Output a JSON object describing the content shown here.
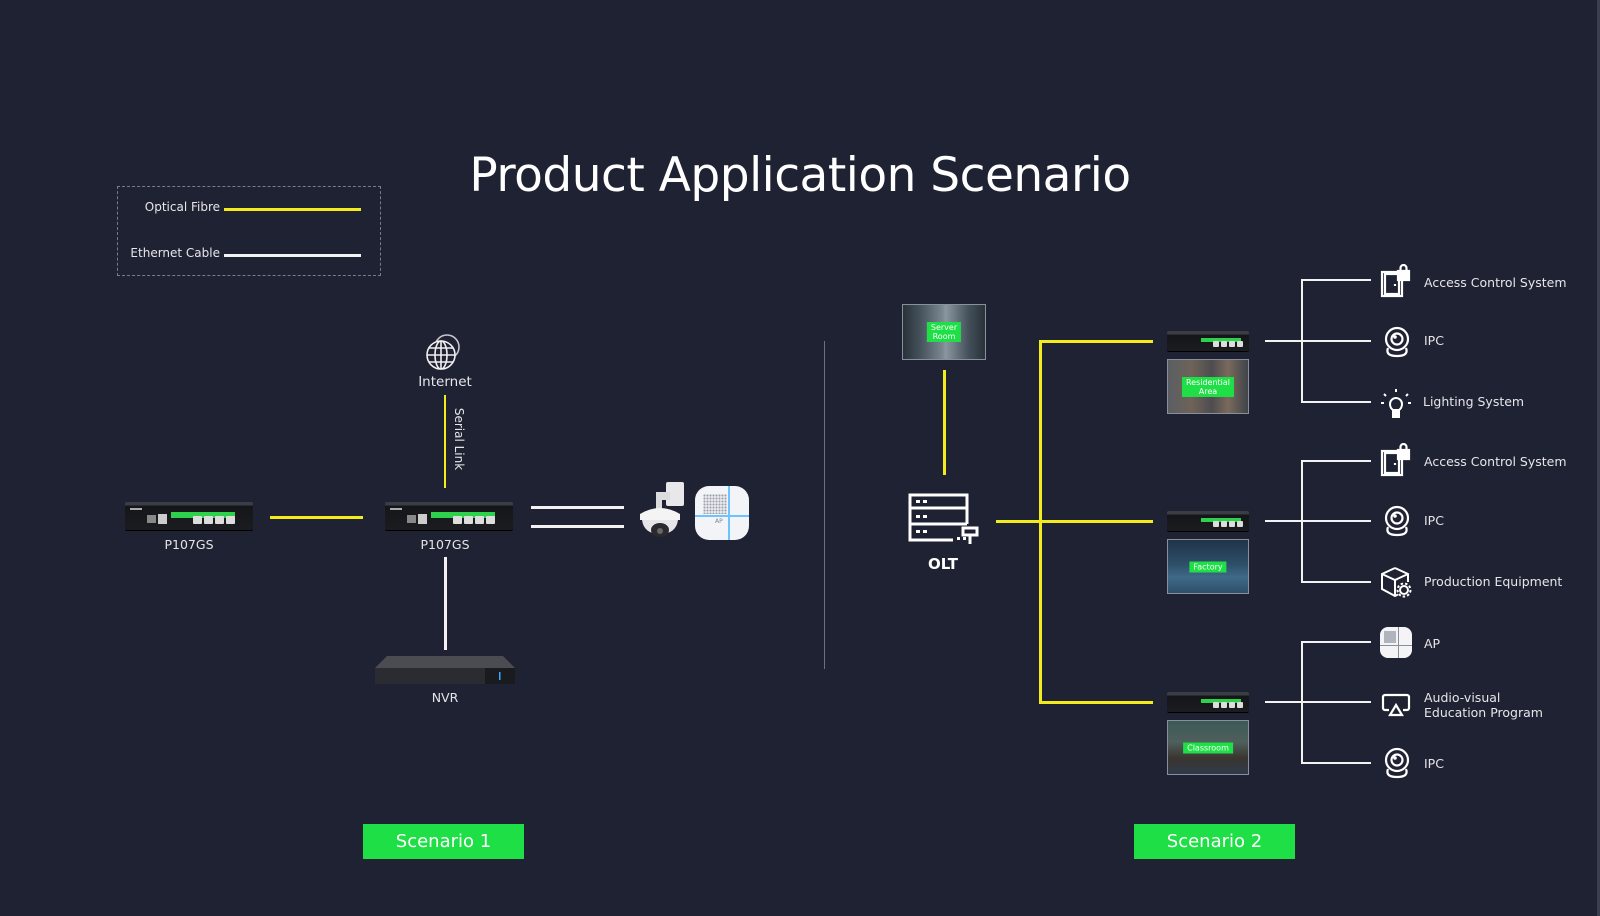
{
  "title": "Product Application Scenario",
  "colors": {
    "background": "#1f2232",
    "optical_fibre": "#f2ec1d",
    "ethernet_cable": "#f2f2f2",
    "accent_green": "#1ee046"
  },
  "legend": {
    "items": [
      {
        "label": "Optical Fibre",
        "type": "optical-fibre"
      },
      {
        "label": "Ethernet Cable",
        "type": "ethernet-cable"
      }
    ]
  },
  "scenario1": {
    "button": "Scenario 1",
    "internet_label": "Internet",
    "serial_link_label": "Serial Link",
    "switch_left_label": "P107GS",
    "switch_right_label": "P107GS",
    "nvr_label": "NVR",
    "ap_tag": "AP",
    "endpoints": [
      "dome-camera",
      "access-point"
    ]
  },
  "scenario2": {
    "button": "Scenario 2",
    "server_room_tag": "Server\nRoom",
    "olt_label": "OLT",
    "sites": [
      {
        "tag": "Residential\nArea",
        "devices": [
          {
            "icon": "access-control-icon",
            "label": "Access Control System"
          },
          {
            "icon": "ipc-camera-icon",
            "label": "IPC"
          },
          {
            "icon": "lightbulb-icon",
            "label": "Lighting System"
          }
        ]
      },
      {
        "tag": "Factory",
        "devices": [
          {
            "icon": "access-control-icon",
            "label": "Access Control System"
          },
          {
            "icon": "ipc-camera-icon",
            "label": "IPC"
          },
          {
            "icon": "production-equipment-icon",
            "label": "Production Equipment"
          }
        ]
      },
      {
        "tag": "Classroom",
        "devices": [
          {
            "icon": "access-point-icon",
            "label": "AP"
          },
          {
            "icon": "screen-cast-icon",
            "label": "Audio-visual\nEducation Program"
          },
          {
            "icon": "ipc-camera-icon",
            "label": "IPC"
          }
        ]
      }
    ]
  }
}
